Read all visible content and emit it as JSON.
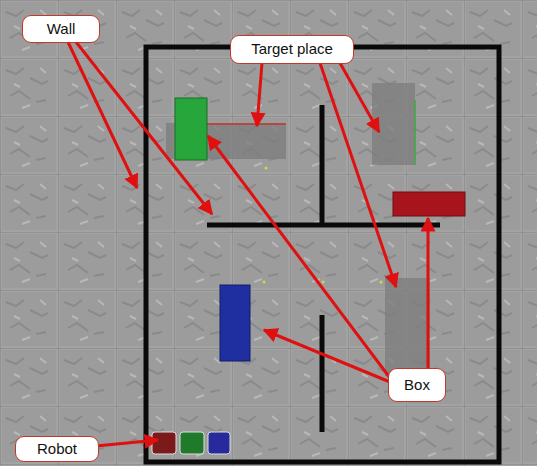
{
  "diagram": {
    "nodes": [
      {
        "text": [
          "Wall"
        ]
      },
      {
        "text": [
          "Target place"
        ]
      },
      {
        "text": [
          "Box"
        ]
      },
      {
        "text": [
          "Robot"
        ]
      }
    ]
  }
}
